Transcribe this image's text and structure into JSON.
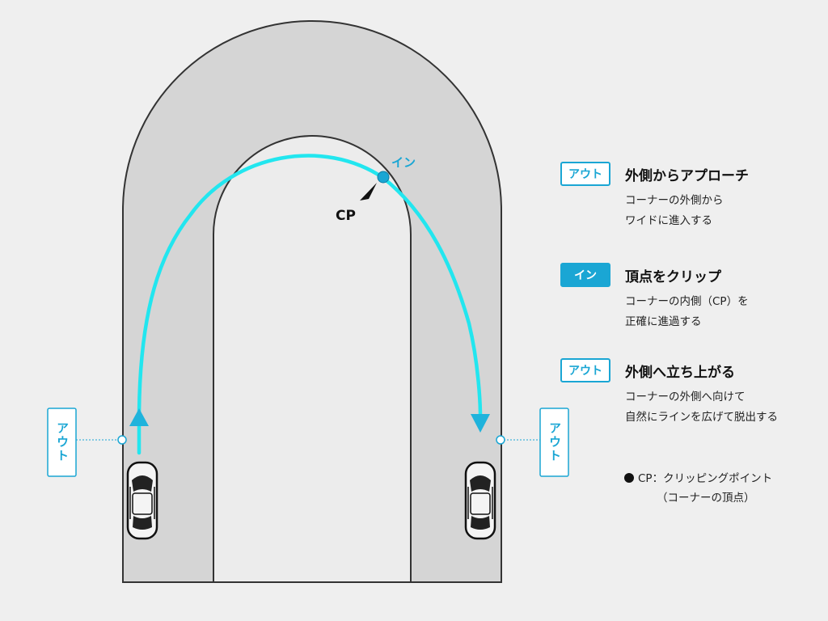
{
  "diagram": {
    "in_label": "イン",
    "cp_label": "CP",
    "out_label_left": "アウト",
    "out_label_right": "アウト"
  },
  "legend": [
    {
      "badge": "アウト",
      "title": "外側からアプローチ",
      "desc": [
        "コーナーの外側から",
        "ワイドに進入する"
      ]
    },
    {
      "badge": "イン",
      "title": "頂点をクリップ",
      "desc": [
        "コーナーの内側（CP）を",
        "正確に進過する"
      ]
    },
    {
      "badge": "アウト",
      "title": "外側へ立ち上がる",
      "desc": [
        "コーナーの外側へ向けて",
        "自然にラインを広げて脱出する"
      ]
    }
  ],
  "note": {
    "line1": "CP：クリッピングポイント",
    "line2": "（コーナーの頂点）"
  },
  "colors": {
    "road": "#d5d5d5",
    "road_edge": "#333333",
    "inner_area": "#ececec",
    "racing_line": "#22e6ef",
    "accent": "#1aa6d4"
  },
  "icons": [
    "car-icon",
    "arrow-up-icon",
    "arrow-down-icon",
    "clipping-point-marker"
  ]
}
